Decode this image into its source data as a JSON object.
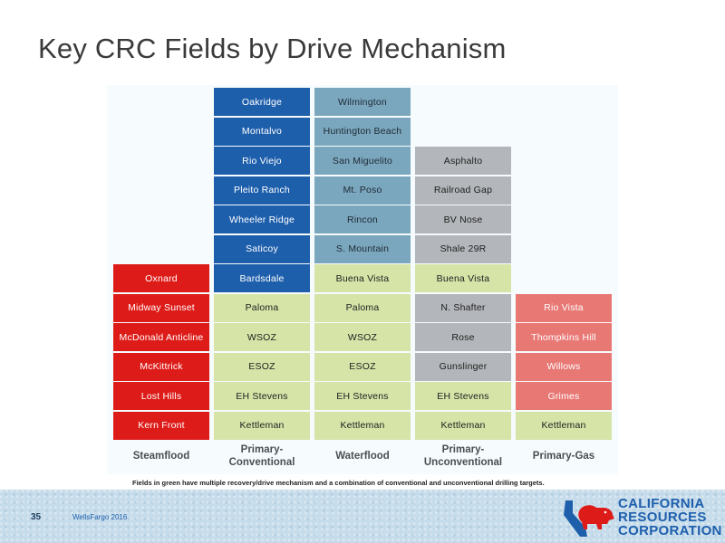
{
  "title": "Key CRC Fields by Drive Mechanism",
  "colors": {
    "steamflood": "#dd1c19",
    "primary_conventional": "#1e5fac",
    "waterflood": "#7ba7be",
    "primary_unconventional": "#b3b6ba",
    "primary_gas": "#e87874",
    "multi_mechanism": "#d6e4a8"
  },
  "columns": [
    {
      "label": "Steamflood",
      "cells": [
        {
          "name": "Oxnard",
          "color": "red"
        },
        {
          "name": "Midway Sunset",
          "color": "red"
        },
        {
          "name": "McDonald Anticline",
          "color": "red"
        },
        {
          "name": "McKittrick",
          "color": "red"
        },
        {
          "name": "Lost Hills",
          "color": "red"
        },
        {
          "name": "Kern Front",
          "color": "red"
        }
      ]
    },
    {
      "label": "Primary-\nConventional",
      "cells": [
        {
          "name": "Oakridge",
          "color": "blue"
        },
        {
          "name": "Montalvo",
          "color": "blue"
        },
        {
          "name": "Rio Viejo",
          "color": "blue"
        },
        {
          "name": "Pleito Ranch",
          "color": "blue"
        },
        {
          "name": "Wheeler Ridge",
          "color": "blue"
        },
        {
          "name": "Saticoy",
          "color": "blue"
        },
        {
          "name": "Bardsdale",
          "color": "blue"
        },
        {
          "name": "Paloma",
          "color": "green"
        },
        {
          "name": "WSOZ",
          "color": "green"
        },
        {
          "name": "ESOZ",
          "color": "green"
        },
        {
          "name": "EH Stevens",
          "color": "green"
        },
        {
          "name": "Kettleman",
          "color": "green"
        }
      ]
    },
    {
      "label": "Waterflood",
      "cells": [
        {
          "name": "Wilmington",
          "color": "lblue"
        },
        {
          "name": "Huntington Beach",
          "color": "lblue"
        },
        {
          "name": "San Miguelito",
          "color": "lblue"
        },
        {
          "name": "Mt. Poso",
          "color": "lblue"
        },
        {
          "name": "Rincon",
          "color": "lblue"
        },
        {
          "name": "S. Mountain",
          "color": "lblue"
        },
        {
          "name": "Buena Vista",
          "color": "green"
        },
        {
          "name": "Paloma",
          "color": "green"
        },
        {
          "name": "WSOZ",
          "color": "green"
        },
        {
          "name": "ESOZ",
          "color": "green"
        },
        {
          "name": "EH Stevens",
          "color": "green"
        },
        {
          "name": "Kettleman",
          "color": "green"
        }
      ]
    },
    {
      "label": "Primary-\nUnconventional",
      "cells": [
        {
          "name": "Asphalto",
          "color": "grey"
        },
        {
          "name": "Railroad Gap",
          "color": "grey"
        },
        {
          "name": "BV Nose",
          "color": "grey"
        },
        {
          "name": "Shale 29R",
          "color": "grey"
        },
        {
          "name": "Buena Vista",
          "color": "green"
        },
        {
          "name": "N. Shafter",
          "color": "grey"
        },
        {
          "name": "Rose",
          "color": "grey"
        },
        {
          "name": "Gunslinger",
          "color": "grey"
        },
        {
          "name": "EH Stevens",
          "color": "green"
        },
        {
          "name": "Kettleman",
          "color": "green"
        }
      ]
    },
    {
      "label": "Primary-Gas",
      "cells": [
        {
          "name": "Rio Vista",
          "color": "salmon"
        },
        {
          "name": "Thompkins Hill",
          "color": "salmon"
        },
        {
          "name": "Willows",
          "color": "salmon"
        },
        {
          "name": "Grimes",
          "color": "salmon"
        },
        {
          "name": "Kettleman",
          "color": "green"
        }
      ]
    }
  ],
  "footnote": "Fields in green have multiple recovery/drive mechanism and a combination of conventional and unconventional drilling targets.",
  "footer": {
    "page_number": "35",
    "event": "WellsFargo 2016",
    "logo_lines": [
      "CALIFORNIA",
      "RESOURCES",
      "CORPORATION"
    ],
    "logo_icon": "california-bear-icon"
  }
}
